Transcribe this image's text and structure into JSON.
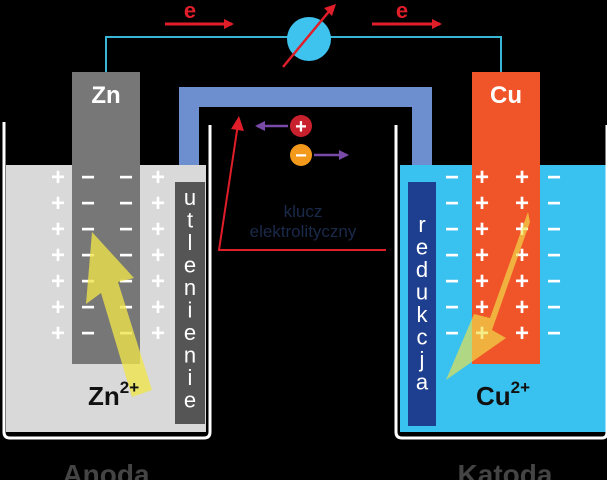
{
  "electron_label": "e",
  "left_cell": {
    "electrode": "Zn",
    "process_vertical": "utlenienie",
    "ion_base": "Zn",
    "ion_charge": "2+",
    "role": "Anoda"
  },
  "right_cell": {
    "electrode": "Cu",
    "process_vertical": "redukcja",
    "ion_base": "Cu",
    "ion_charge": "2+",
    "role": "Katoda"
  },
  "salt_bridge": {
    "label_line1": "klucz",
    "label_line2": "elektrolityczny",
    "cation_symbol": "+",
    "anion_symbol": "−"
  },
  "signs": {
    "plus": "+",
    "minus": "−"
  },
  "colors": {
    "background": "#000000",
    "wire": "#39b6d6",
    "electron_arrow": "#e01e2a",
    "meter": "#3ec3ef",
    "left_solution": "#d9d9d9",
    "left_electrode": "#777777",
    "right_solution": "#39c2f0",
    "right_electrode": "#f0552a",
    "salt_bridge": "#6e8fcf",
    "label_box_left": "#555555",
    "label_box_right": "#1e3f8f",
    "flow_arrow": "#f0e44a",
    "cation_ion": "#c8202d",
    "anion_ion": "#f39a1c",
    "ion_arrow": "#7a4aa8"
  }
}
